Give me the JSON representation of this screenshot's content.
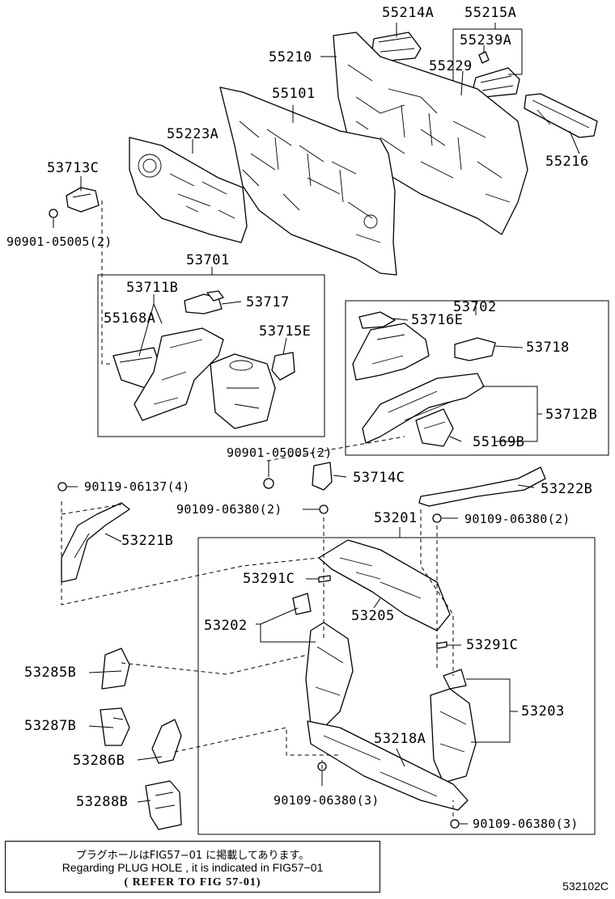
{
  "labels": {
    "p55214A": "55214A",
    "p55215A": "55215A",
    "p55239A": "55239A",
    "p55229": "55229",
    "p55210": "55210",
    "p55101": "55101",
    "p55223A": "55223A",
    "p55216": "55216",
    "p53713C": "53713C",
    "p90901_05005_a": "90901-05005(2)",
    "p53701": "53701",
    "p53711B": "53711B",
    "p53717": "53717",
    "p55168A": "55168A",
    "p53715E": "53715E",
    "p53702": "53702",
    "p53716E": "53716E",
    "p53718": "53718",
    "p53712B": "53712B",
    "p55169B": "55169B",
    "p90901_05005_b": "90901-05005(2)",
    "p53714C": "53714C",
    "p90119_06137": "90119-06137(4)",
    "p53222B": "53222B",
    "p90109_06380_a": "90109-06380(2)",
    "p53201": "53201",
    "p90109_06380_b": "90109-06380(2)",
    "p53221B": "53221B",
    "p53291C_a": "53291C",
    "p53202": "53202",
    "p53205": "53205",
    "p53291C_b": "53291C",
    "p53285B": "53285B",
    "p53203": "53203",
    "p53287B": "53287B",
    "p53218A": "53218A",
    "p53286B": "53286B",
    "p90109_06380_c": "90109-06380(3)",
    "p53288B": "53288B",
    "p90109_06380_d": "90109-06380(3)"
  },
  "note": {
    "line1": "プラグホールはFIG57−01 に掲載してあります。",
    "line2": "Regarding PLUG HOLE , it is indicated in FIG57−01",
    "line3": "(  REFER TO FIG 57-01)"
  },
  "figure_id": "532102C"
}
